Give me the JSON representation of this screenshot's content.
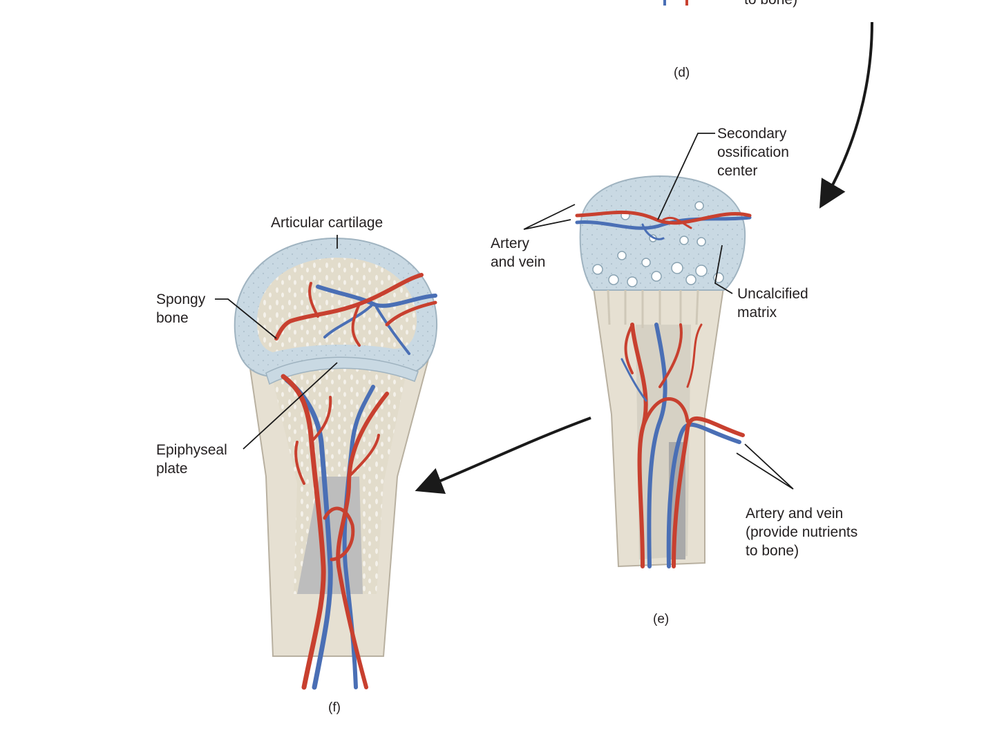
{
  "panels": {
    "d": {
      "caption": "(d)",
      "cropped_label": "to bone)"
    },
    "e": {
      "caption": "(e)",
      "secondary_ossification_center": "Secondary\nossification\ncenter",
      "artery_and_vein": "Artery\nand vein",
      "uncalcified_matrix": "Uncalcified\nmatrix",
      "artery_and_vein_nutrients": "Artery and vein\n(provide nutrients\nto bone)"
    },
    "f": {
      "caption": "(f)",
      "articular_cartilage": "Articular cartilage",
      "spongy_bone": "Spongy\nbone",
      "epiphyseal_plate": "Epiphyseal\nplate"
    }
  },
  "colors": {
    "artery": "#c8402f",
    "vein": "#4a6fb5",
    "cartilage": "#c9d9e3",
    "bone_shaft": "#e6e0d2",
    "spongy_bone": "#e2dccb",
    "marrow_cavity": "#bdbdbd",
    "arrow": "#1a1a1a"
  }
}
